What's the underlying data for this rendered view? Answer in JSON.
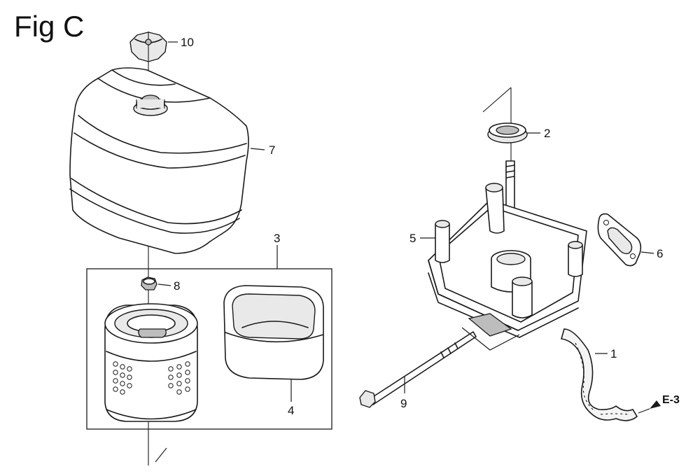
{
  "figure": {
    "title": "Fig C"
  },
  "callouts": [
    {
      "id": "callout-1",
      "label": "1"
    },
    {
      "id": "callout-2",
      "label": "2"
    },
    {
      "id": "callout-3",
      "label": "3"
    },
    {
      "id": "callout-4",
      "label": "4"
    },
    {
      "id": "callout-5",
      "label": "5"
    },
    {
      "id": "callout-6",
      "label": "6"
    },
    {
      "id": "callout-7",
      "label": "7"
    },
    {
      "id": "callout-8",
      "label": "8"
    },
    {
      "id": "callout-9",
      "label": "9"
    },
    {
      "id": "callout-10",
      "label": "10"
    }
  ],
  "reference": {
    "label": "E-3"
  }
}
